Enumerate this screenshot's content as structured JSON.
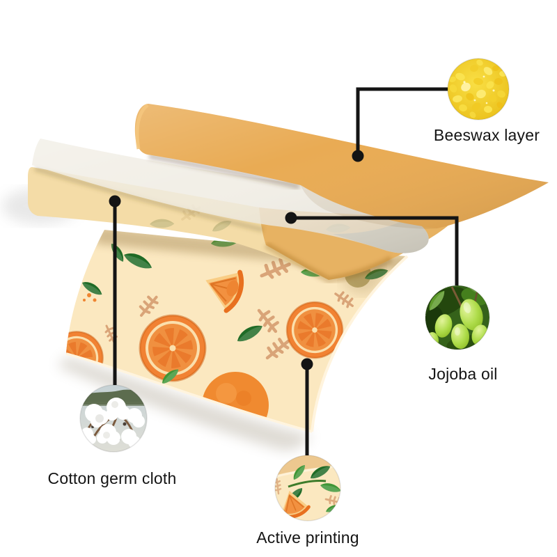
{
  "diagram": {
    "type": "layered-material-callout-diagram",
    "background": "#ffffff",
    "callouts": {
      "beeswax": {
        "label": "Beeswax layer"
      },
      "jojoba": {
        "label": "Jojoba oil"
      },
      "cotton": {
        "label": "Cotton germ cloth"
      },
      "printing": {
        "label": "Active printing"
      }
    },
    "colors": {
      "connector": "#141414",
      "label_text": "#141414",
      "beeswax_sheet": "#E9AB54",
      "jojoba_sheet": "#EFECE2",
      "cotton_sheet": "#F4DCA7",
      "fabric_base": "#FBE8C0",
      "beeswax_pellets_yellow": "#F5D430",
      "jojoba_fruit_green": "#A8D437",
      "cotton_boll_white": "#FFFFFF",
      "print_orange": "#F08433",
      "print_leaf_green": "#2E7D32",
      "print_twig_tan": "#D9A478"
    }
  }
}
